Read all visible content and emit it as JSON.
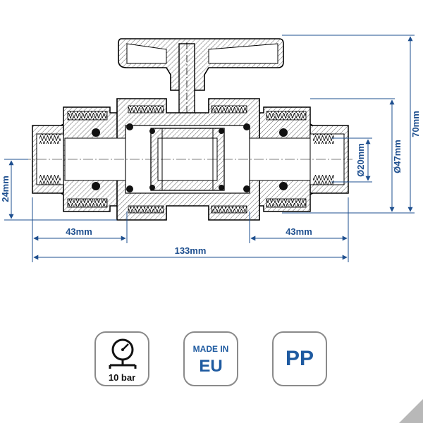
{
  "dimensions": {
    "left_connection_length": "43mm",
    "right_connection_length": "43mm",
    "total_length": "133mm",
    "total_height": "70mm",
    "outer_diameter": "Ø47mm",
    "bore_diameter": "Ø20mm",
    "axis_offset": "24mm"
  },
  "badges": {
    "pressure": {
      "icon": "pressure-gauge-icon",
      "label": "10 bar"
    },
    "origin": {
      "line1": "MADE IN",
      "line2": "EU"
    },
    "material": {
      "label": "PP"
    }
  },
  "colors": {
    "outline": "#000000",
    "dimension": "#1e4f8f",
    "badge_text": "#1e5aa0",
    "seal": "#111111"
  }
}
